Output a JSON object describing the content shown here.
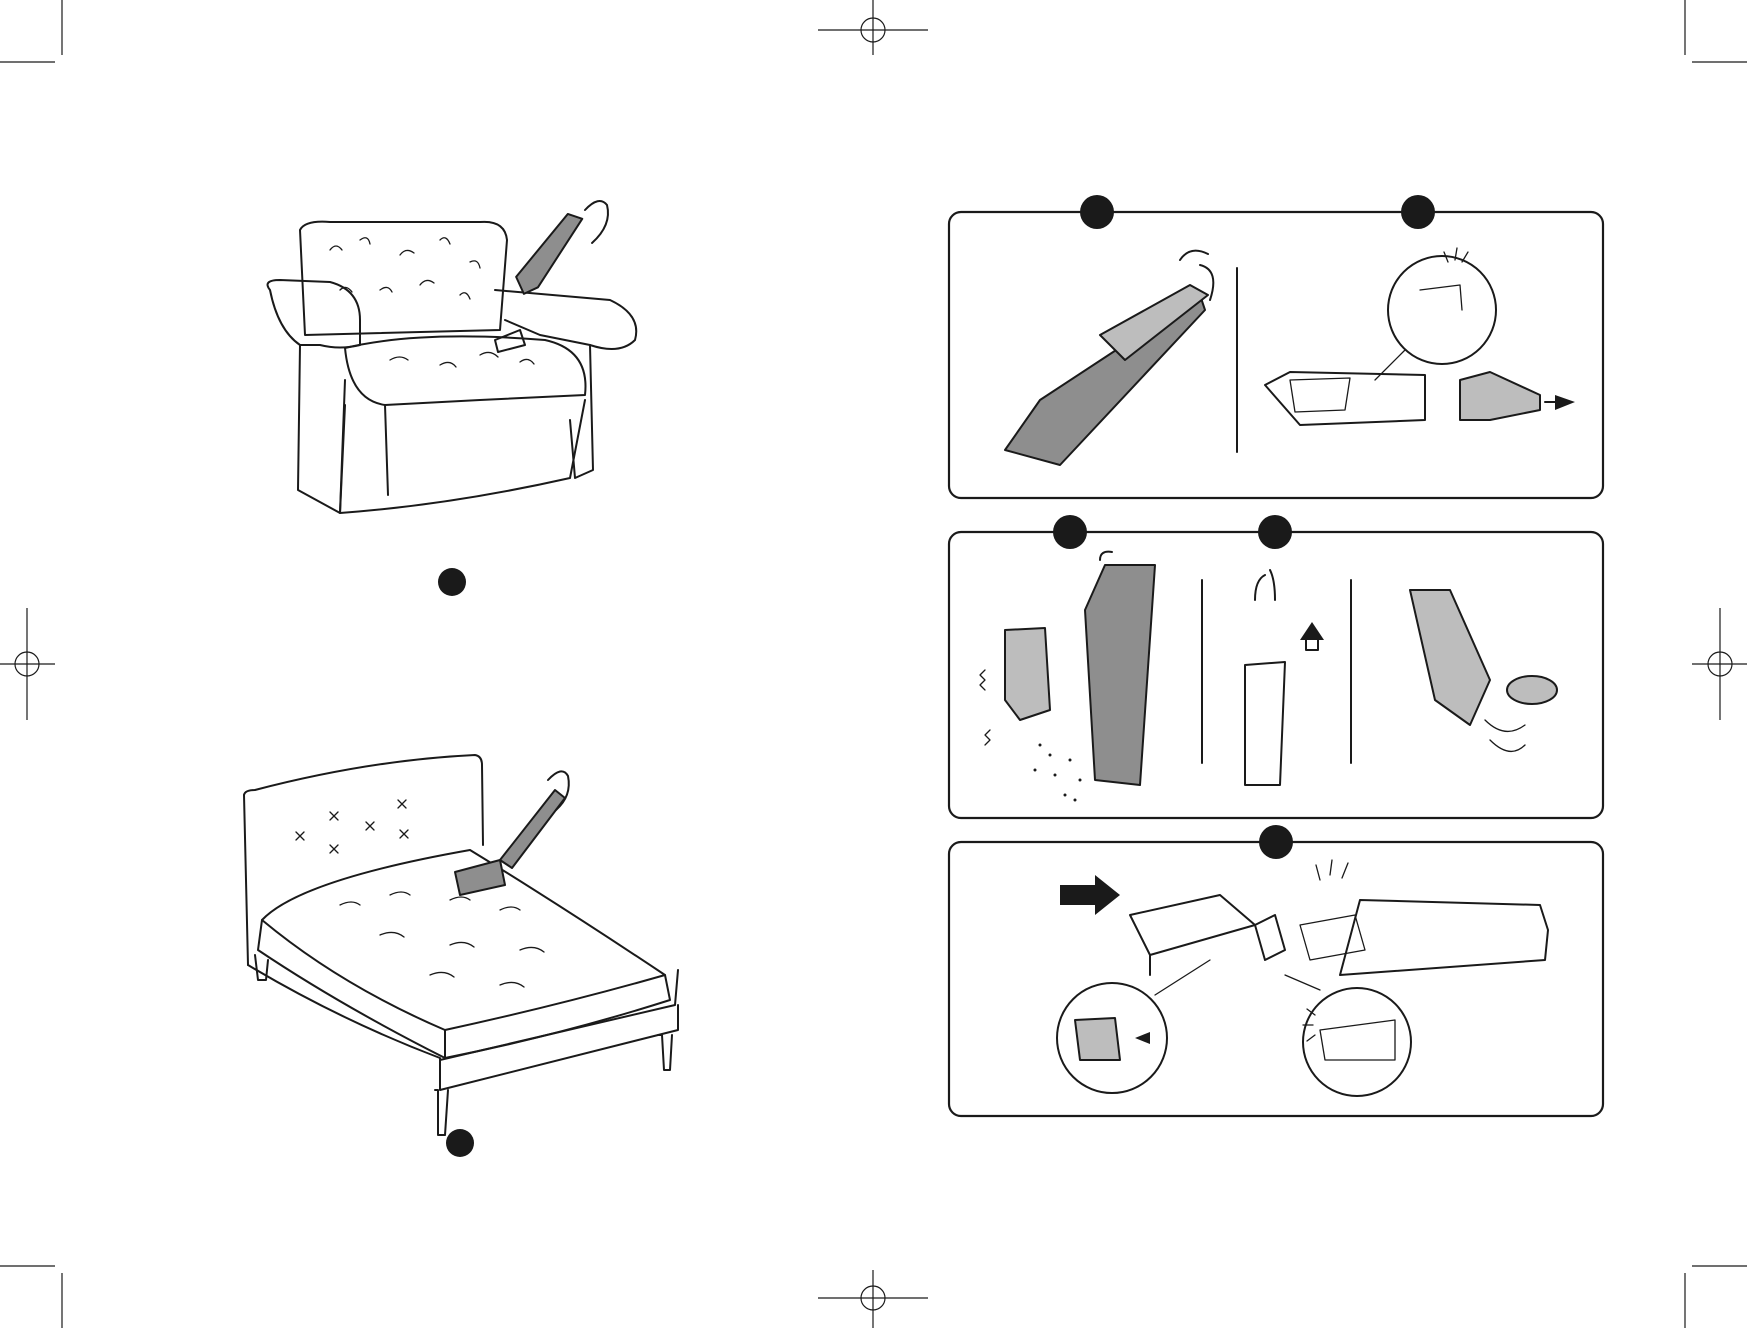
{
  "document": {
    "left_page": {
      "figures": [
        {
          "name": "armchair-cleaning",
          "marker": "black-dot"
        },
        {
          "name": "bed-mattress-cleaning",
          "marker": "black-dot"
        }
      ]
    },
    "right_page": {
      "panels": [
        {
          "name": "panel-remove-dust-container",
          "markers": 2,
          "divider": true
        },
        {
          "name": "panel-empty-and-clean-filter",
          "markers": 2,
          "dividers": 2
        },
        {
          "name": "panel-reassemble",
          "markers": 1,
          "callouts": 2
        }
      ]
    },
    "colors": {
      "ink": "#1a1a1a",
      "device": "#8e8e8e",
      "device_light": "#bdbdbd",
      "paper": "#ffffff"
    }
  }
}
